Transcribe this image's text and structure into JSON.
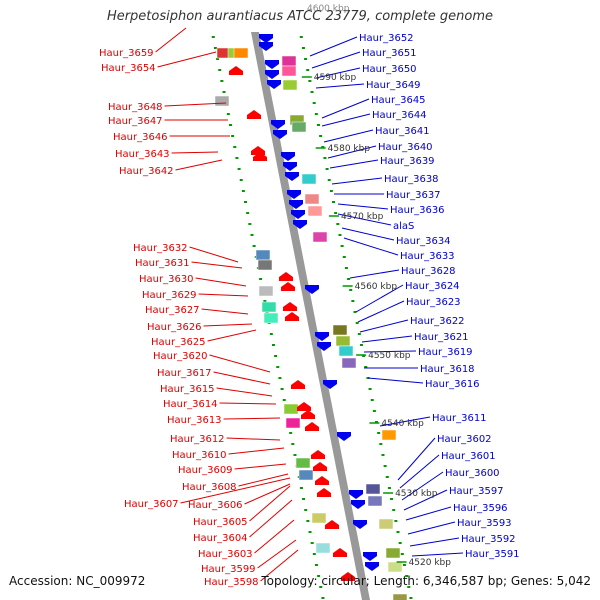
{
  "title": "Herpetosiphon aurantiacus ATCC 23779, complete genome",
  "footer": {
    "accession": "Accession: NC_009972",
    "topology": "Topology: circular; Length: 6,346,587 bp; Genes: 5,042"
  },
  "colors": {
    "left_label": "#dd0000",
    "right_label": "#0000cc",
    "backbone": "#9a9a9a",
    "tick": "#009900",
    "forward_gene": "#ff0000",
    "reverse_gene": "#0000ee"
  },
  "scale_labels": [
    "4590 kbp",
    "4580 kbp",
    "4570 kbp",
    "4560 kbp",
    "4550 kbp",
    "4540 kbp",
    "4530 kbp",
    "4520 kbp"
  ],
  "scale_label_top": "4600 kbp",
  "left_labels": [
    "Haur_3659",
    "Haur_3654",
    "Haur_3648",
    "Haur_3647",
    "Haur_3646",
    "Haur_3643",
    "Haur_3642",
    "Haur_3632",
    "Haur_3631",
    "Haur_3630",
    "Haur_3629",
    "Haur_3627",
    "Haur_3626",
    "Haur_3625",
    "Haur_3620",
    "Haur_3617",
    "Haur_3615",
    "Haur_3614",
    "Haur_3613",
    "Haur_3612",
    "Haur_3610",
    "Haur_3609",
    "Haur_3608",
    "Haur_3607",
    "Haur_3606",
    "Haur_3605",
    "Haur_3604",
    "Haur_3603",
    "Haur_3599",
    "Haur_3598"
  ],
  "right_labels": [
    "Haur_3652",
    "Haur_3651",
    "Haur_3650",
    "Haur_3649",
    "Haur_3645",
    "Haur_3644",
    "Haur_3641",
    "Haur_3640",
    "Haur_3639",
    "Haur_3638",
    "Haur_3637",
    "Haur_3636",
    "alaS",
    "Haur_3634",
    "Haur_3633",
    "Haur_3628",
    "Haur_3624",
    "Haur_3623",
    "Haur_3622",
    "Haur_3621",
    "Haur_3619",
    "Haur_3618",
    "Haur_3616",
    "Haur_3611",
    "Haur_3602",
    "Haur_3601",
    "Haur_3600",
    "Haur_3597",
    "Haur_3596",
    "Haur_3593",
    "Haur_3592",
    "Haur_3591"
  ]
}
